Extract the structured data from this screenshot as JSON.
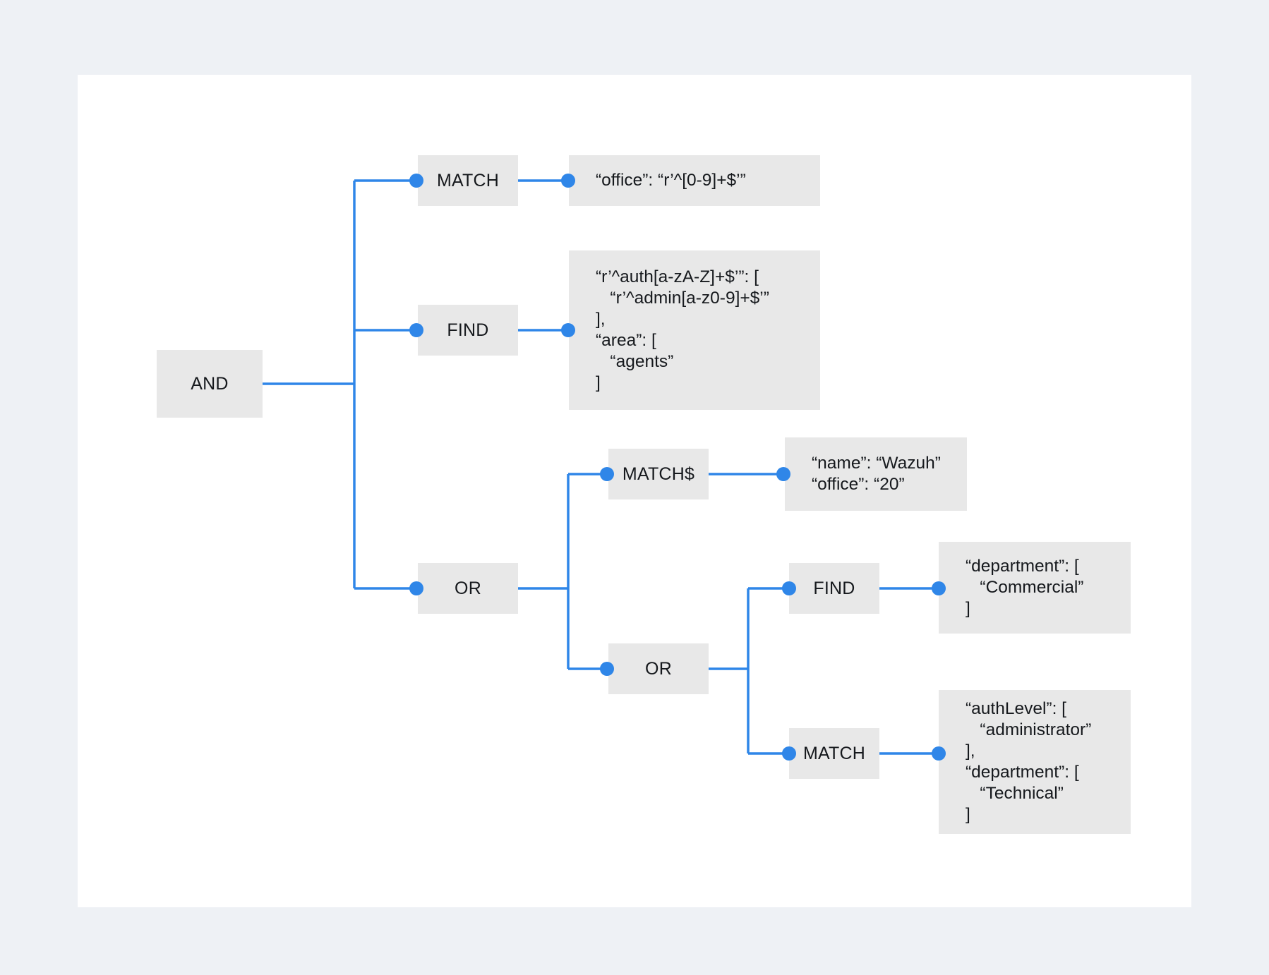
{
  "canvas": {
    "background": "#ffffff",
    "page_background": "#eef1f5",
    "node_fill": "#e8e8e8",
    "edge_color": "#2f86e8",
    "text_color": "#16191d"
  },
  "diagram": {
    "type": "query-syntax-tree",
    "root": "AND",
    "nodes": {
      "root_and": {
        "label": "AND"
      },
      "match_1": {
        "label": "MATCH"
      },
      "find_1": {
        "label": "FIND"
      },
      "or_1": {
        "label": "OR"
      },
      "match_dollar": {
        "label": "MATCH$"
      },
      "or_2": {
        "label": "OR"
      },
      "find_2": {
        "label": "FIND"
      },
      "match_2": {
        "label": "MATCH"
      }
    },
    "details": {
      "detail_match_1": {
        "text": "“office”: “r’^[0-9]+$’”"
      },
      "detail_find_1": {
        "text": "“r’^auth[a-zA-Z]+$’”: [\n   “r’^admin[a-z0-9]+$’”\n],\n“area”: [\n   “agents”\n]"
      },
      "detail_match_dollar": {
        "text": "“name”: “Wazuh”\n“office”: “20”"
      },
      "detail_find_2": {
        "text": "“department”: [\n   “Commercial”\n]"
      },
      "detail_match_2": {
        "text": "“authLevel”: [\n   “administrator”\n],\n“department”: [\n   “Technical”\n]"
      }
    },
    "edges": [
      {
        "from": "root_and",
        "to": "match_1"
      },
      {
        "from": "root_and",
        "to": "find_1"
      },
      {
        "from": "root_and",
        "to": "or_1"
      },
      {
        "from": "match_1",
        "to": "detail_match_1"
      },
      {
        "from": "find_1",
        "to": "detail_find_1"
      },
      {
        "from": "or_1",
        "to": "match_dollar"
      },
      {
        "from": "or_1",
        "to": "or_2"
      },
      {
        "from": "match_dollar",
        "to": "detail_match_dollar"
      },
      {
        "from": "or_2",
        "to": "find_2"
      },
      {
        "from": "or_2",
        "to": "match_2"
      },
      {
        "from": "find_2",
        "to": "detail_find_2"
      },
      {
        "from": "match_2",
        "to": "detail_match_2"
      }
    ]
  }
}
